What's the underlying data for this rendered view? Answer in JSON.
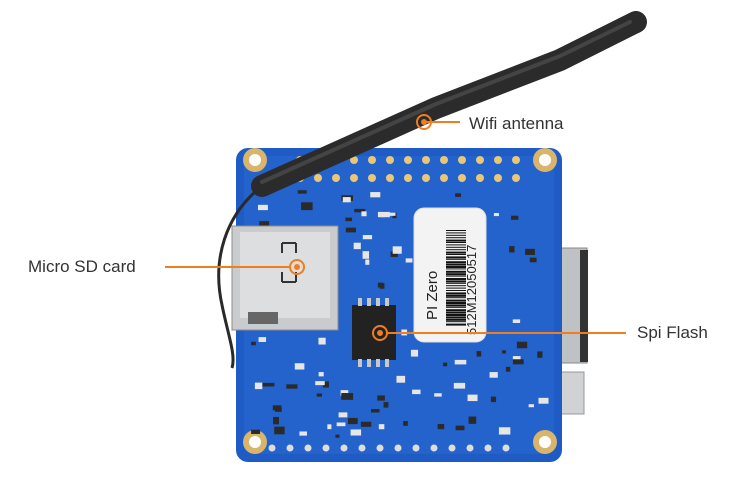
{
  "callouts": {
    "wifi": "Wifi antenna",
    "sd": "Micro SD card",
    "spi": "Spi Flash"
  },
  "sticker": {
    "model": "PI Zero",
    "serial": "512M12050517"
  },
  "colors": {
    "accent": "#f07d1f",
    "board": "#1f5bc4",
    "cable": "#2a2a2a"
  }
}
